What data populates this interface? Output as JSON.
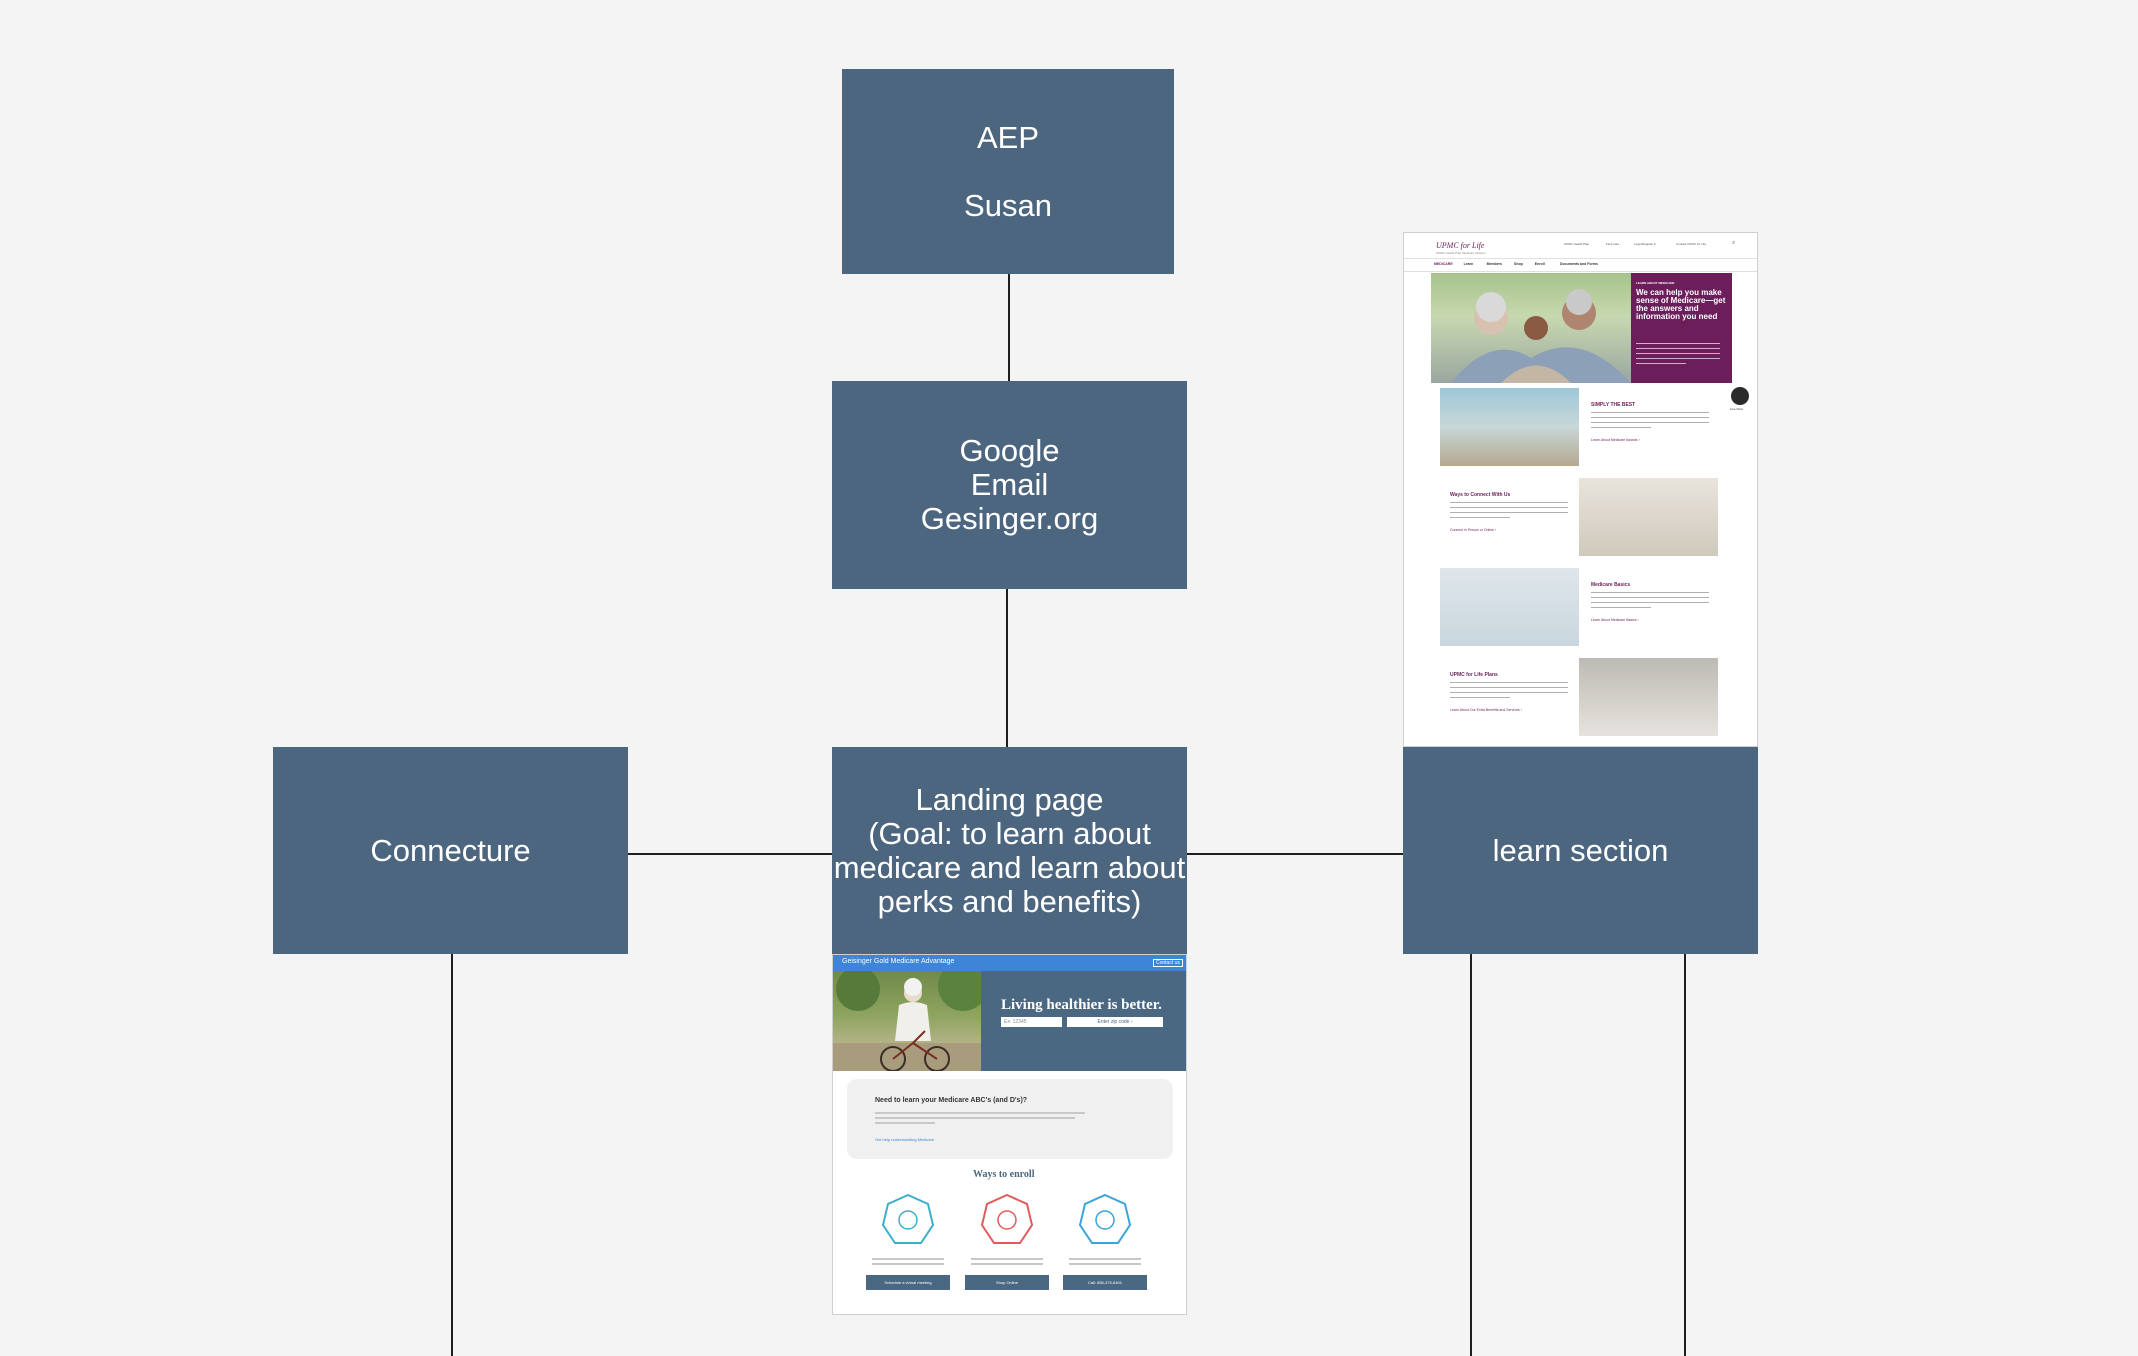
{
  "nodes": {
    "aep": {
      "title": "AEP",
      "owner": "Susan"
    },
    "channels": {
      "line1": "Google",
      "line2": "Email",
      "line3": "Gesinger.org"
    },
    "landing": {
      "line1": "Landing page",
      "line2": "(Goal: to learn about",
      "line3": "medicare and learn about",
      "line4": "perks and benefits)"
    },
    "connecture": {
      "label": "Connecture"
    },
    "learn": {
      "label": "learn section"
    }
  },
  "landing_thumb": {
    "brand": "Geisinger Gold Medicare Advantage",
    "top_button": "Contact us",
    "headline": "Living healthier is better.",
    "zip_placeholder": "Ex: 12345",
    "zip_button": "Enter zip code ›",
    "card_title": "Need to learn your Medicare ABC's (and D's)?",
    "card_link": "Get help understanding Medicare",
    "ways_title": "Ways to enroll",
    "ways": [
      {
        "icon": "virtual-meeting-icon",
        "button": "Schedule a virtual meeting",
        "color": "#3bb0c8"
      },
      {
        "icon": "shop-online-icon",
        "button": "Shop Online",
        "color": "#e05c5c"
      },
      {
        "icon": "phone-icon",
        "button": "Call: 855-379-6401",
        "color": "#3ba4d8"
      }
    ]
  },
  "learn_thumb": {
    "brand": "UPMC for Life",
    "brand_sub": "UPMC Health Plan Medicare Options",
    "top_links": [
      "UPMC Health Plan",
      "Find Care",
      "Login/Register ▾",
      "Contact UPMC for Life"
    ],
    "nav": [
      "MEDICARE",
      "Learn",
      "Members",
      "Shop",
      "Enroll",
      "Documents and Forms"
    ],
    "hero_eyebrow": "LEARN ABOUT MEDICARE",
    "hero_title": "We can help you make sense of Medicare—get the answers and information you need",
    "live_chat": "Live Chat",
    "sections": [
      {
        "title": "SIMPLY THE BEST",
        "link": "Learn About Medicare Awards ›"
      },
      {
        "title": "Ways to Connect With Us",
        "link": "Connect in Person or Online ›"
      },
      {
        "title": "Medicare Basics",
        "link": "Learn About Medicare Basics ›"
      },
      {
        "title": "UPMC for Life Plans",
        "link": "Learn About Our Extra Benefits and Services ›"
      }
    ]
  },
  "colors": {
    "node": "#4d6680",
    "connector": "#1e1e1e",
    "background": "#f4f4f4",
    "upmc_purple": "#6b1e5a",
    "geisinger_blue": "#4a90d9"
  }
}
